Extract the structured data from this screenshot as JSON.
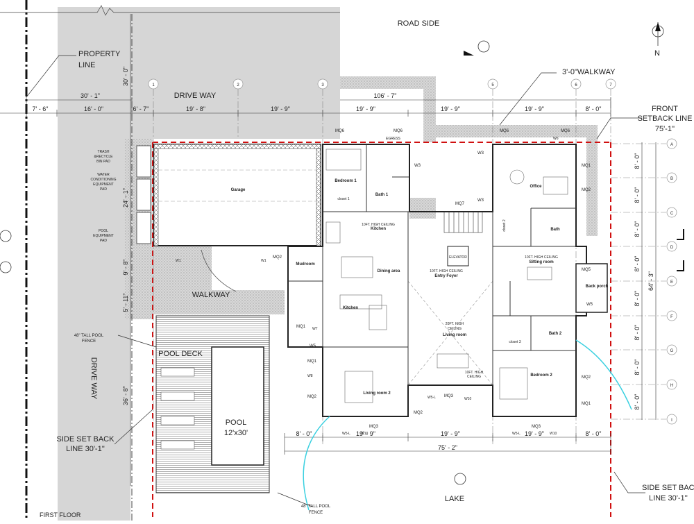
{
  "site": {
    "road_side": "ROAD SIDE",
    "lake": "LAKE",
    "property_line_1": "PROPERTY",
    "property_line_2": "LINE",
    "drive_way_top": "DRIVE WAY",
    "drive_way_left": "DRIVE WAY",
    "walkway_label": "3'-0\"WALKWAY",
    "walkway": "WALKWAY",
    "front_setback_1": "FRONT",
    "front_setback_2": "SETBACK LINE",
    "front_setback_3": "75'-1''",
    "side_setback_left_1": "SIDE SET BACK",
    "side_setback_left_2": "LINE 30'-1''",
    "side_setback_right_1": "SIDE SET BAC",
    "side_setback_right_2": "LINE 30'-1''",
    "pool_fence_left_1": "48\" TALL POOL",
    "pool_fence_left_2": "FENCE",
    "pool_fence_bottom_1": "48\" TALL POOL",
    "pool_fence_bottom_2": "FENCE",
    "pool_deck": "POOL DECK",
    "pool": "POOL",
    "pool_size": "12'x30'",
    "north": "N",
    "first_floor": "FIRST FLOOR",
    "trash_1": "TRASH",
    "trash_2": "&RECYCLE",
    "trash_3": "BIN PAD",
    "water_1": "WATER",
    "water_2": "CONDITIONING",
    "water_3": "EQUIPMENT",
    "water_4": "PAD",
    "pool_eq_1": "POOL",
    "pool_eq_2": "EQUIPMENT",
    "pool_eq_3": "PAD"
  },
  "dimensions": {
    "d30_1": "30' - 1\"",
    "d30_0": "30' - 0\"",
    "d106_7": "106' - 7\"",
    "d7_6": "7' - 6\"",
    "d16_0": "16' - 0\"",
    "d6_7": "6' - 7\"",
    "d19_8": "19' - 8\"",
    "d19_9a": "19' - 9\"",
    "d19_9b": "19' - 9\"",
    "d19_9c": "19' - 9\"",
    "d19_9d": "19' - 9\"",
    "d8_0": "8' - 0\"",
    "d24_1": "24' - 1\"",
    "d9_8": "9' - 8\"",
    "d5_11": "5' - 11\"",
    "d36_8": "36' - 8\"",
    "d64_3": "64' - 3\"",
    "b8_0": "8' - 0\"",
    "b19_9a": "19' - 9\"",
    "b19_9b": "19' - 9\"",
    "b19_9c": "19' - 9\"",
    "b8_0b": "8' - 0\"",
    "b75_2": "75' - 2\"",
    "r8_0": "8' - 0\""
  },
  "grid": {
    "columns": [
      "1",
      "2",
      "3",
      "5",
      "6",
      "7"
    ],
    "rows": [
      "A",
      "B",
      "C",
      "D",
      "E",
      "F",
      "G",
      "H",
      "I"
    ]
  },
  "rooms": {
    "garage": "Garage",
    "bedroom1": "Bedroom 1",
    "bath1": "Bath 1",
    "closet1": "closet 1",
    "kitchen_ceiling_1": "10FT. HIGH CEILING",
    "kitchen_ceiling_2": "Kitchen",
    "mudroom": "Mudroom",
    "dining": "Dining area",
    "kitchen": "Kitchen",
    "elevator": "ELEVATOR",
    "entry_1": "10FT. HIGH CEILING",
    "entry_2": "Entry Foyer",
    "living_ceiling_1": "20FT. HIGH",
    "living_ceiling_2": "CEILING",
    "living_room": "Living room",
    "living_room2_ceiling_1": "10FT. HIGH",
    "living_room2_ceiling_2": "CEILING",
    "living_room2": "Living room 2",
    "office": "Office",
    "bath": "Bath",
    "closet2": "closet 2",
    "sitting_ceiling_1": "10FT. HIGH CEILING",
    "sitting_ceiling_2": "Sitting room",
    "back_porch": "Back porch",
    "closet3": "closet 3",
    "bath2": "Bath 2",
    "bedroom2": "Bedroom 2"
  },
  "tags": {
    "mq6a": "MQ6",
    "mq6b": "MQ6",
    "mq6c": "MQ6",
    "mq6d": "MQ6",
    "w1a": "W1",
    "w1b": "W1",
    "w6": "W6",
    "egress": "EGRESS",
    "w3a": "W3",
    "w3b": "W3",
    "w3c": "W3",
    "mq1a": "MQ1",
    "mq1b": "MQ1",
    "mq1c": "MQ1",
    "mq1d": "MQ1",
    "mq2a": "MQ2",
    "mq2b": "MQ2",
    "mq2c": "MQ2",
    "mq2d": "MQ2",
    "mq2e": "MQ2",
    "mq2f": "MQ2",
    "mq3a": "MQ3",
    "mq3b": "MQ3",
    "mq3c": "MQ3",
    "mq5": "MQ5",
    "mq7": "MQ7",
    "w5a": "W5",
    "w5b": "W5",
    "w5l": "W5-L",
    "w5l2": "W5-L",
    "w5l3": "W5-L",
    "w10a": "W10",
    "w10b": "W10",
    "w10c": "W10",
    "w7": "W7",
    "w8": "W8"
  }
}
